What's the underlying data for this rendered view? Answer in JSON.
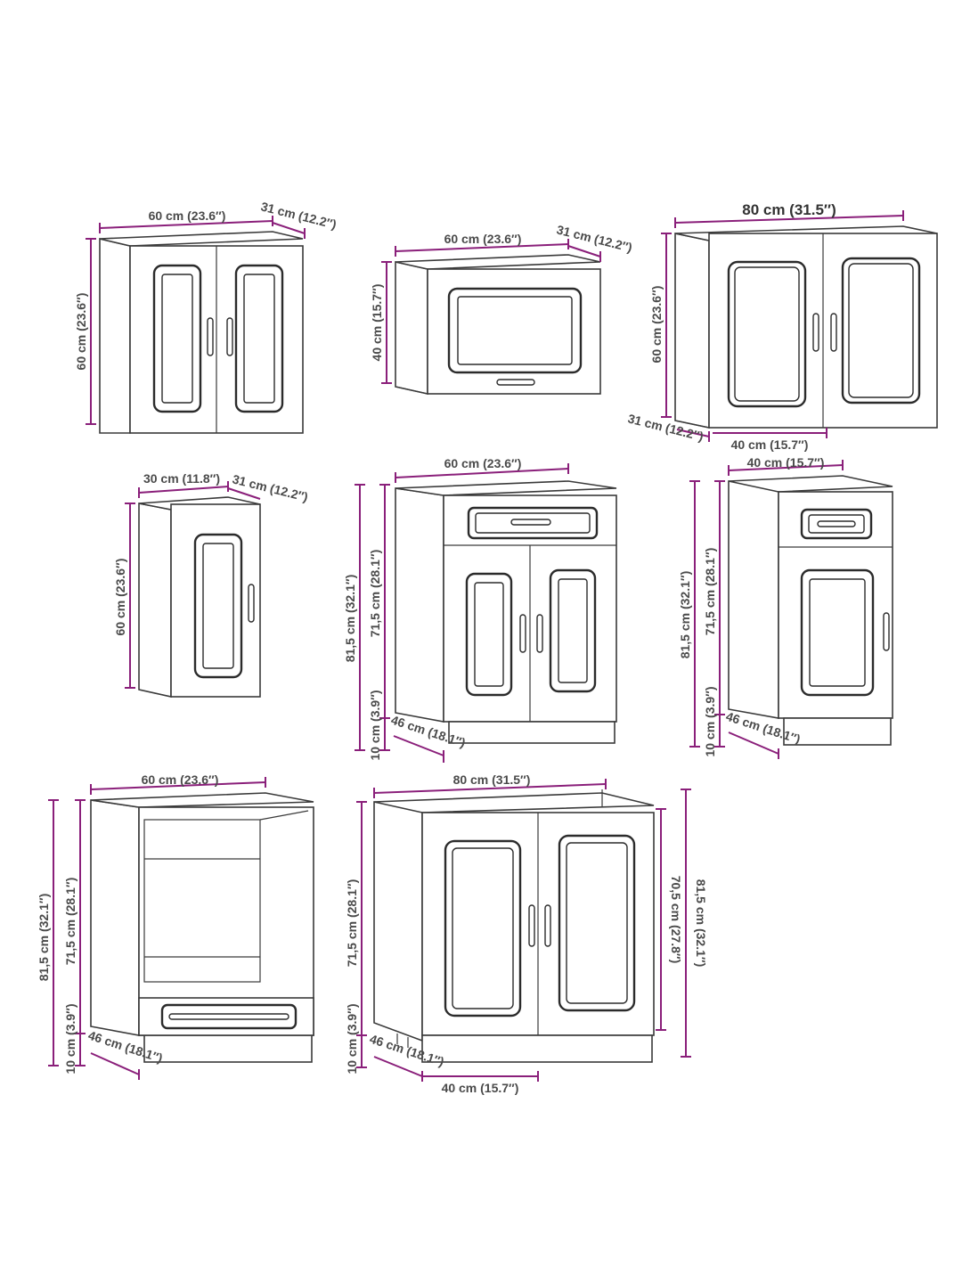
{
  "colors": {
    "dimension_line": "#8a1f7a",
    "outline": "#2b2b2b",
    "label": "#4a4a4a"
  },
  "cabinets": {
    "wall_double_60": {
      "width": "60 cm (23.6″)",
      "depth": "31 cm (12.2″)",
      "height": "60 cm (23.6″)"
    },
    "wall_flap_60": {
      "width": "60 cm (23.6″)",
      "depth": "31 cm (12.2″)",
      "height": "40 cm (15.7″)"
    },
    "wall_double_80": {
      "width": "80 cm (31.5″)",
      "height": "60 cm (23.6″)",
      "depth": "31 cm (12.2″)",
      "door_width": "40 cm (15.7″)"
    },
    "wall_single_30": {
      "width": "30 cm (11.8″)",
      "depth": "31 cm (12.2″)",
      "height": "60 cm (23.6″)"
    },
    "base_drawer_60": {
      "width": "60 cm (23.6″)",
      "total_height": "81,5 cm (32.1″)",
      "body_height": "71,5 cm (28.1″)",
      "plinth": "10 cm (3.9″)",
      "depth": "46 cm (18.1″)"
    },
    "base_drawer_40": {
      "width": "40 cm (15.7″)",
      "total_height": "81,5 cm (32.1″)",
      "body_height": "71,5 cm (28.1″)",
      "plinth": "10 cm (3.9″)",
      "depth": "46 cm (18.1″)"
    },
    "oven_60": {
      "width": "60 cm (23.6″)",
      "total_height": "81,5 cm (32.1″)",
      "body_height": "71,5 cm (28.1″)",
      "plinth": "10 cm (3.9″)",
      "depth": "46 cm (18.1″)"
    },
    "sink_80": {
      "width": "80 cm (31.5″)",
      "body_height": "71,5 cm (28.1″)",
      "plinth": "10 cm (3.9″)",
      "depth": "46 cm (18.1″)",
      "door_width": "40 cm (15.7″)",
      "inner_height": "70,5 cm (27.8″)",
      "total_height": "81,5 cm (32.1″)"
    }
  }
}
